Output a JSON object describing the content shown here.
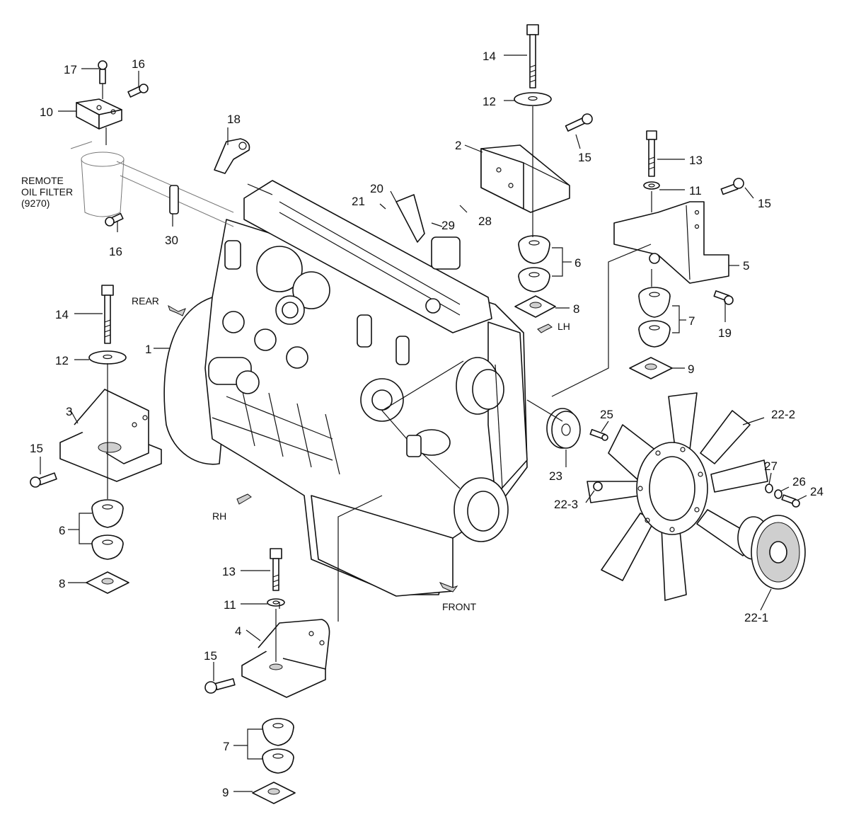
{
  "diagram": {
    "directions": {
      "rear": "REAR",
      "lh": "LH",
      "rh": "RH",
      "front": "FRONT"
    },
    "remote_filter": {
      "line1": "REMOTE",
      "line2": "OIL FILTER",
      "line3": "(9270)"
    },
    "callouts": [
      "17",
      "16",
      "10",
      "16",
      "30",
      "18",
      "20",
      "21",
      "28",
      "29",
      "14",
      "12",
      "15",
      "2",
      "13",
      "11",
      "15",
      "5",
      "6",
      "8",
      "7",
      "19",
      "9",
      "14",
      "12",
      "1",
      "3",
      "15",
      "6",
      "8",
      "13",
      "11",
      "4",
      "15",
      "7",
      "9",
      "25",
      "23",
      "22-2",
      "27",
      "26",
      "24",
      "22-3",
      "22-1"
    ]
  }
}
